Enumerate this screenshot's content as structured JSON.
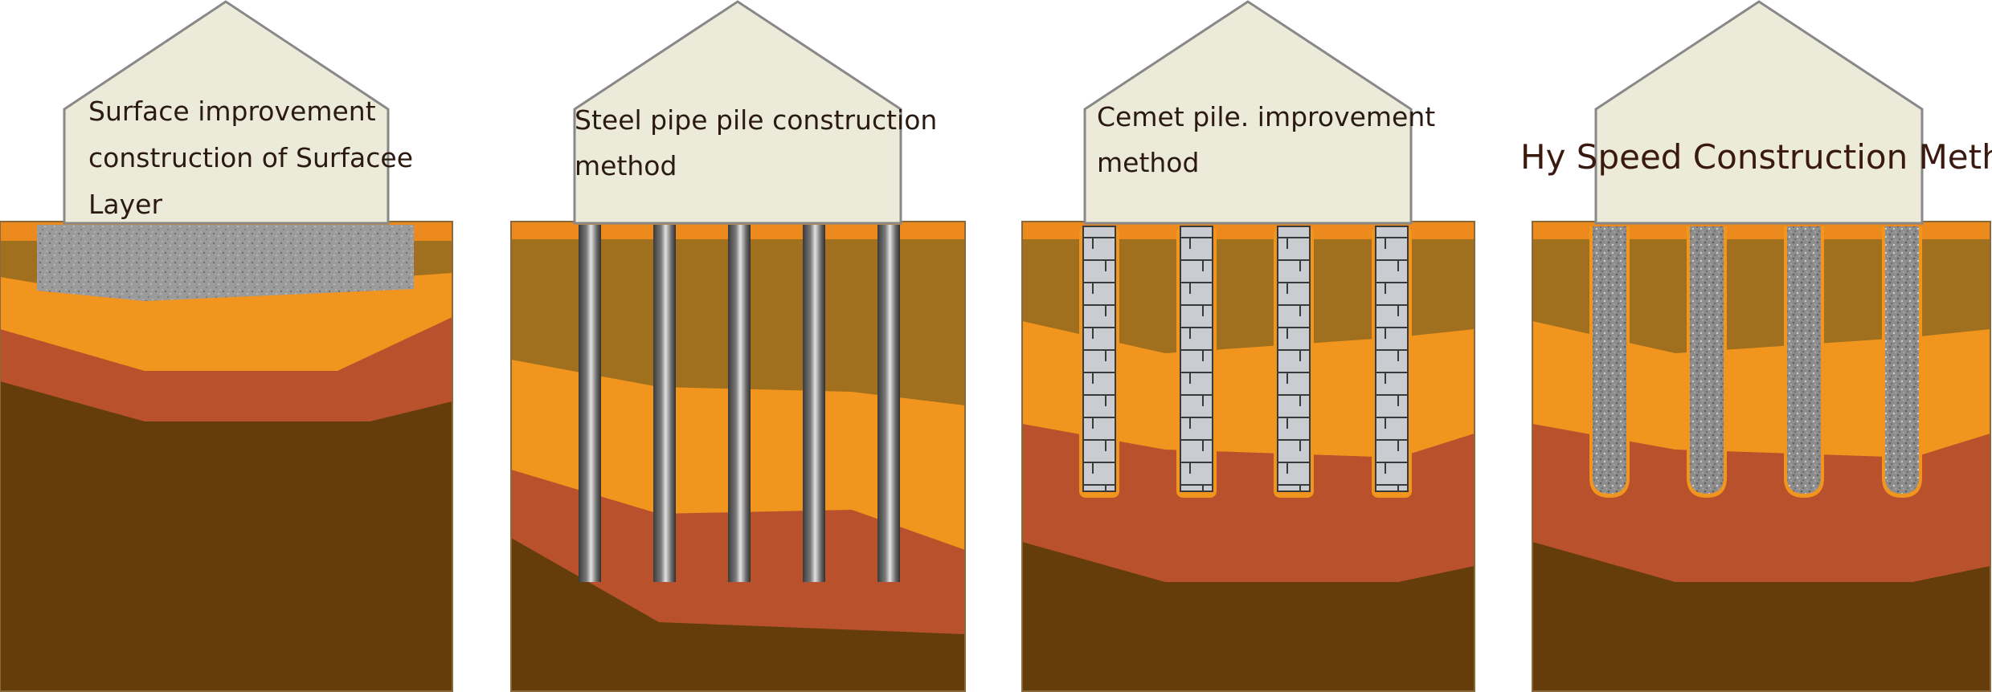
{
  "panels": [
    {
      "label_lines": [
        "Surface improvement",
        "construction of Surfacee",
        "Layer"
      ],
      "method": "surface-layer"
    },
    {
      "label_lines": [
        "Steel pipe pile construction",
        "method"
      ],
      "method": "steel-pipe"
    },
    {
      "label_lines": [
        "Cemet pile. improvement",
        "method"
      ],
      "method": "cement-pile"
    },
    {
      "label_lines": [
        "Hy Speed Construction Method"
      ],
      "method": "hy-speed"
    }
  ],
  "colors": {
    "house_fill": "#ecebd9",
    "house_stroke": "#888888",
    "top_strip": "#ec8a1e",
    "layer_brown": "#a0701e",
    "layer_orange": "#f1951e",
    "layer_red": "#b9522c",
    "layer_dark": "#653d0b",
    "concrete": "#9a9a9a",
    "steel_dark": "#3b3b3b",
    "steel_light": "#d8d8d8",
    "cement": "#c9ccd0",
    "gravel": "#8a8a8a"
  }
}
